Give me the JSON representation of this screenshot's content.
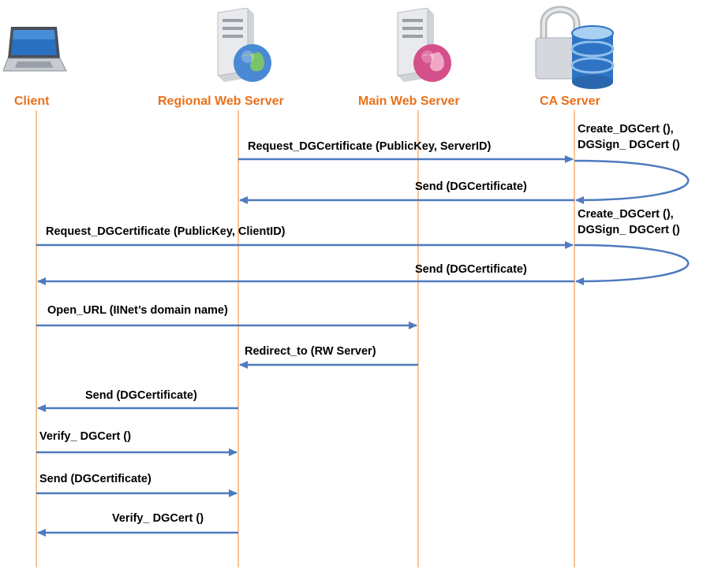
{
  "actors": {
    "client": {
      "label": "Client",
      "icon": "laptop-icon"
    },
    "regional": {
      "label": "Regional Web Server",
      "icon": "server-globe-icon"
    },
    "main": {
      "label": "Main Web Server",
      "icon": "server-globe-icon"
    },
    "ca": {
      "label": "CA Server",
      "icon": "database-lock-icon"
    }
  },
  "messages": [
    {
      "label": "Request_DGCertificate (PublicKey, ServerID)",
      "from": "regional",
      "to": "ca"
    },
    {
      "label": "Send (DGCertificate)",
      "from": "ca",
      "to": "regional"
    },
    {
      "label": "Request_DGCertificate (PublicKey, ClientID)",
      "from": "client",
      "to": "ca"
    },
    {
      "label": "Send (DGCertificate)",
      "from": "ca",
      "to": "client"
    },
    {
      "label": "Open_URL (IINet’s domain name)",
      "from": "client",
      "to": "main"
    },
    {
      "label": "Redirect_to (RW Server)",
      "from": "main",
      "to": "regional"
    },
    {
      "label": "Send (DGCertificate)",
      "from": "regional",
      "to": "client"
    },
    {
      "label": "Verify_ DGCert ()",
      "from": "client",
      "to": "regional"
    },
    {
      "label": "Send (DGCertificate)",
      "from": "client",
      "to": "regional"
    },
    {
      "label": "Verify_ DGCert ()",
      "from": "regional",
      "to": "client"
    }
  ],
  "self_notes": [
    {
      "line1": "Create_DGCert (),",
      "line2": "DGSign_ DGCert ()"
    },
    {
      "line1": "Create_DGCert (),",
      "line2": "DGSign_ DGCert ()"
    }
  ],
  "colors": {
    "lifeline": "#f5b070",
    "arrow": "#4f7bbe",
    "actor_label": "#e8711a"
  }
}
